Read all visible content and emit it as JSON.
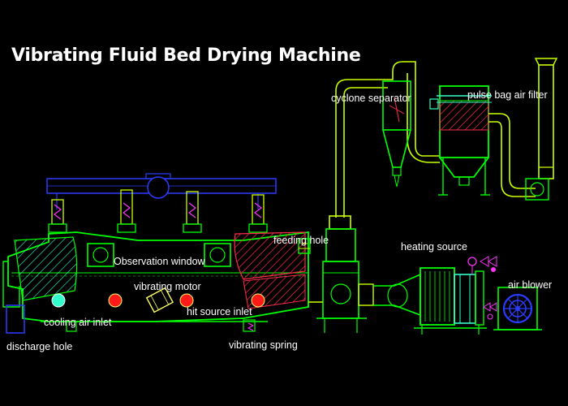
{
  "title": "Vibrating Fluid Bed Drying Machine",
  "labels": {
    "cyclone_separator": "cyclone separator",
    "pulse_bag_air_filter": "pulse bag air filter",
    "feeding_hole": "feeding hole",
    "heating_source": "heating source",
    "observation_window": "Observation window",
    "vibrating_motor": "vibrating motor",
    "air_blower": "air blower",
    "cooling_air_inlet": "cooling air inlet",
    "hit_source_inlet": "hit source inlet",
    "discharge_hole": "discharge hole",
    "vibrating_spring": "vibrating spring"
  },
  "colors": {
    "background": "#000000",
    "frame": "#00ff00",
    "duct": "#c8ff00",
    "beam": "#2a3cff",
    "hatch": "#ff2a4a",
    "fill_cyan": "#33ffcc",
    "fill_red": "#ff1a1a",
    "accent_magenta": "#ff33ff",
    "motor": "#ffff66",
    "label_text": "#ffffff"
  }
}
